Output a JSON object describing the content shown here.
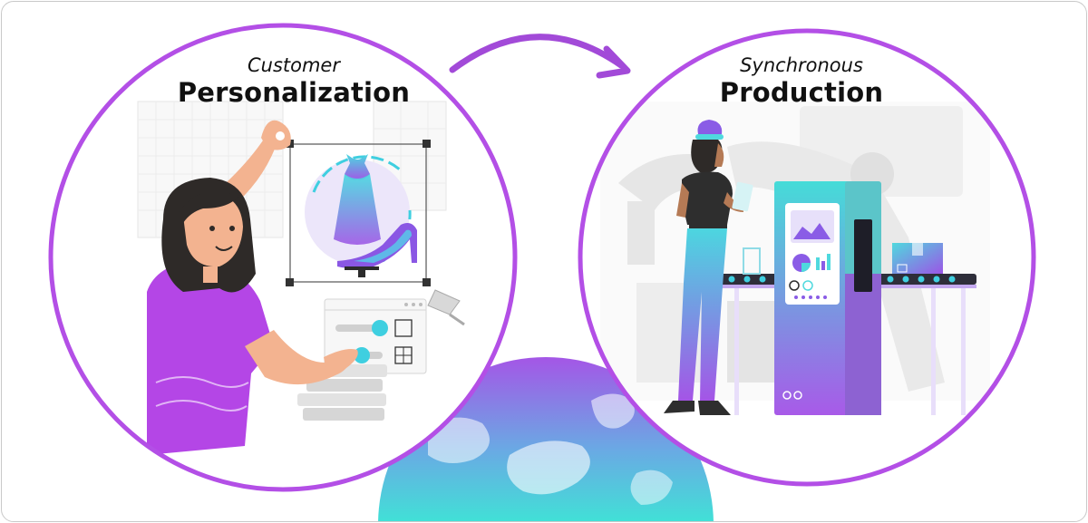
{
  "left_stage": {
    "subtitle": "Customer",
    "title": "Personalization"
  },
  "right_stage": {
    "subtitle": "Synchronous",
    "title": "Production"
  },
  "colors": {
    "circle_border": "#b34fe6",
    "arrow": "#a24ad8",
    "purple_shirt": "#b446e6",
    "gradient_top": "#45dcd8",
    "gradient_bottom": "#a85ae8",
    "hair": "#2e2a28",
    "skin": "#f3b390"
  },
  "icons": [
    "arrow-icon",
    "globe-icon",
    "dress-icon",
    "shoe-icon",
    "pen-tool-icon",
    "slider-icon"
  ]
}
